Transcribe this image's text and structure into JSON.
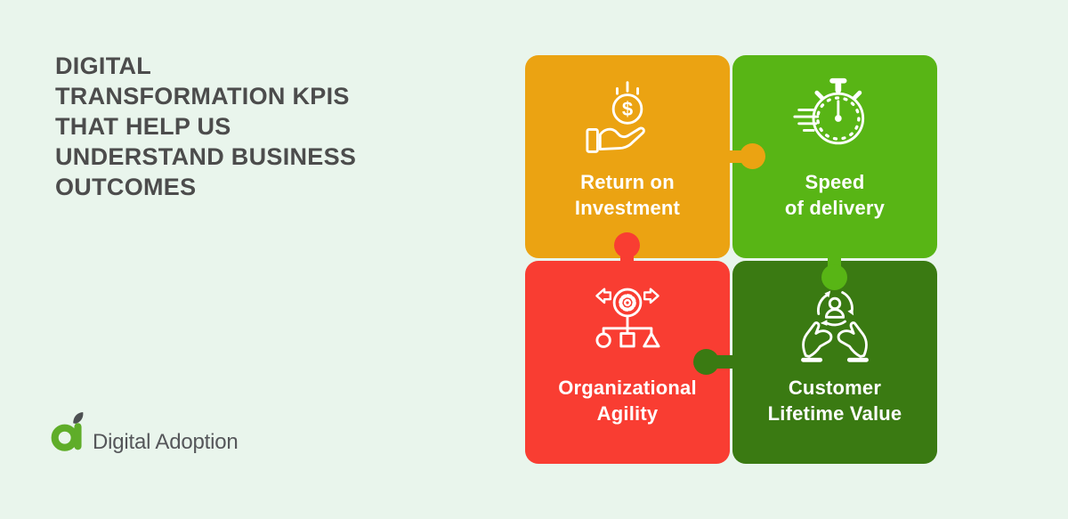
{
  "page": {
    "background": "#E9F5EC"
  },
  "header": {
    "title": "DIGITAL\nTRANSFORMATION KPIS\nTHAT HELP US\nUNDERSTAND BUSINESS\nOUTCOMES",
    "title_color": "#4C4C4C"
  },
  "puzzle": {
    "label_color": "#FFFFFF",
    "pieces": [
      {
        "id": "return-on-investment",
        "label": "Return on\nInvestment",
        "color": "#EBA312",
        "icon": "hand-coin-icon",
        "icon_symbol": "$",
        "tab_edge": "right"
      },
      {
        "id": "speed-of-delivery",
        "label": "Speed\nof delivery",
        "color": "#58B515",
        "icon": "stopwatch-icon",
        "tab_edge": "bottom"
      },
      {
        "id": "organizational-agility",
        "label": "Organizational\nAgility",
        "color": "#F93D32",
        "icon": "org-structure-gear-icon",
        "tab_edge": "top"
      },
      {
        "id": "customer-lifetime-value",
        "label": "Customer\nLifetime Value",
        "color": "#3A7A12",
        "icon": "hands-customer-cycle-icon",
        "tab_edge": "left"
      }
    ]
  },
  "logo": {
    "text": "Digital Adoption",
    "text_color": "#55565A",
    "mark_color": "#5FAD29",
    "leaf_color": "#4D5052"
  }
}
